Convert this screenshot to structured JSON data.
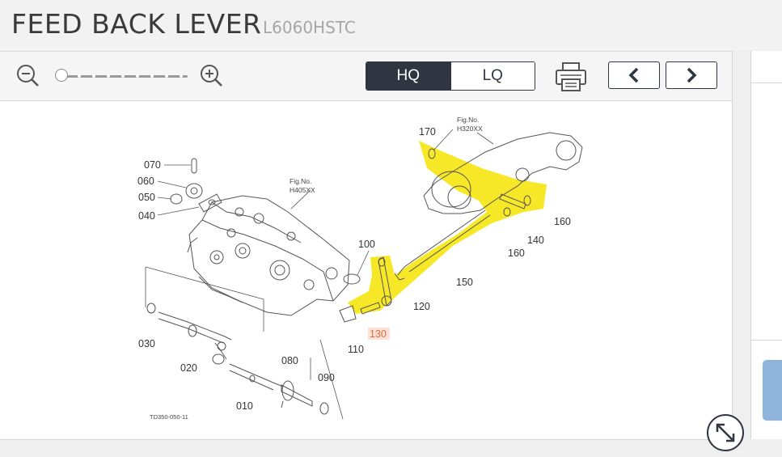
{
  "header": {
    "title": "FEED BACK LEVER",
    "model": "L6060HSTC"
  },
  "toolbar": {
    "zoom_out_icon": "zoom-out-icon",
    "zoom_in_icon": "zoom-in-icon",
    "zoom_level": 0,
    "quality_hq": "HQ",
    "quality_lq": "LQ",
    "selected_quality": "HQ",
    "print_icon": "printer-icon",
    "prev_icon": "chevron-left-icon",
    "next_icon": "chevron-right-icon"
  },
  "diagram": {
    "fig_left_label": "Fig.No.",
    "fig_left_code": "H405XX",
    "fig_right_label": "Fig.No.",
    "fig_right_code": "H320XX",
    "drawing_code": "TD350-050-11",
    "highlight_color": "#f5e400",
    "selected_part_color": "#e46a3a",
    "parts": {
      "p070": "070",
      "p060": "060",
      "p050": "050",
      "p040": "040",
      "p030": "030",
      "p020": "020",
      "p010": "010",
      "p080": "080",
      "p090": "090",
      "p100": "100",
      "p110": "110",
      "p120": "120",
      "p130": "130",
      "p140": "140",
      "p150": "150",
      "p160a": "160",
      "p160b": "160",
      "p170": "170"
    },
    "selected_part": "130"
  },
  "expand_icon": "expand-diagonal-icon"
}
